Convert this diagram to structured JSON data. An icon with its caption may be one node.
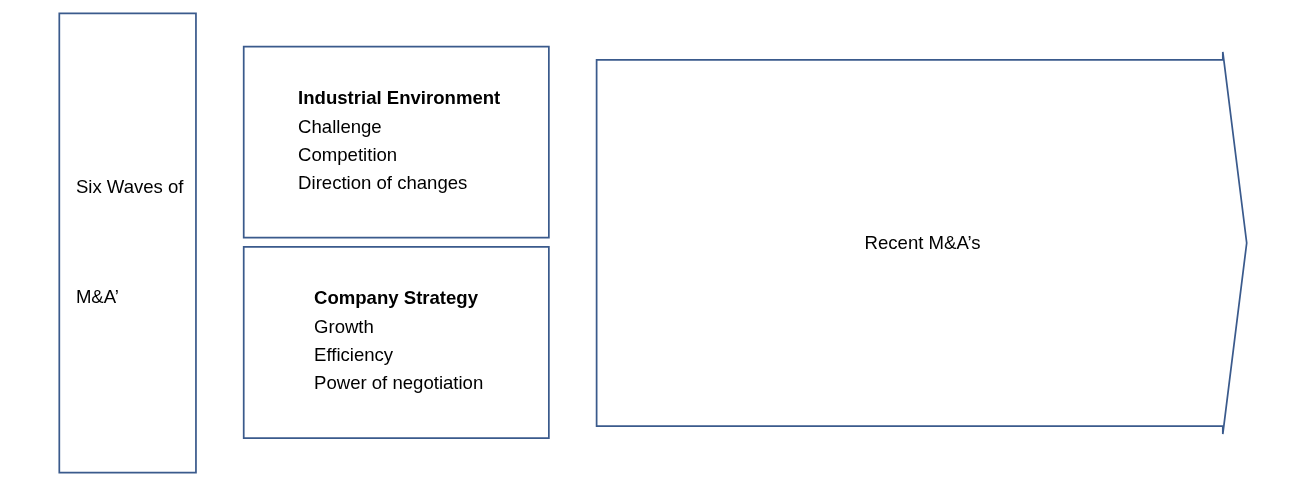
{
  "diagram": {
    "nodes": [
      {
        "text": [
          "Six Waves of",
          "M&A’"
        ]
      },
      {
        "text": [
          "Industrial Environment",
          "Challenge",
          "Competition",
          "Direction of changes"
        ]
      },
      {
        "text": [
          "Company Strategy",
          "Growth",
          "Efficiency",
          "Power of negotiation"
        ]
      },
      {
        "text": [
          "Recent M&A’s"
        ]
      }
    ],
    "edges": []
  }
}
